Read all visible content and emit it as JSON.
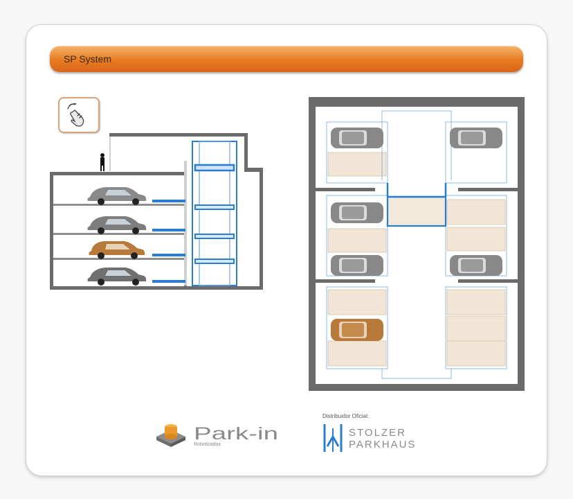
{
  "header": {
    "title": "SP System"
  },
  "logos": {
    "parkin_name": "Park-in",
    "parkin_sub": "Robotizados",
    "distributor_label": "Distribuidor Oficial:",
    "stolzer_line1": "STOLZER",
    "stolzer_line2": "PARKHAUS"
  },
  "icons": {
    "touch": "hand-touch-icon"
  },
  "colors": {
    "header_orange": "#e77b22",
    "lift_blue": "#2a7cd0",
    "wall_gray": "#6b6b6b",
    "car_silver": "#8a8a8a",
    "car_bronze": "#b87a3a"
  }
}
